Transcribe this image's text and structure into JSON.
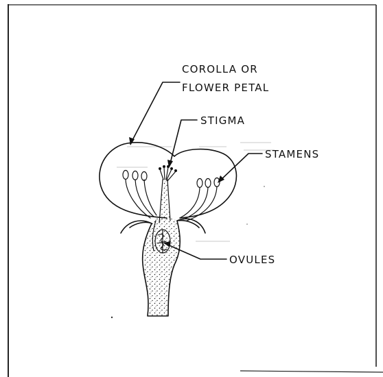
{
  "labels": {
    "corolla_line1": "COROLLA OR",
    "corolla_line2": "FLOWER PETAL",
    "stigma": "STIGMA",
    "stamens": "STAMENS",
    "ovules": "OVULES"
  },
  "colors": {
    "ink": "#111111",
    "paper": "#ffffff",
    "frame": "#222222"
  }
}
